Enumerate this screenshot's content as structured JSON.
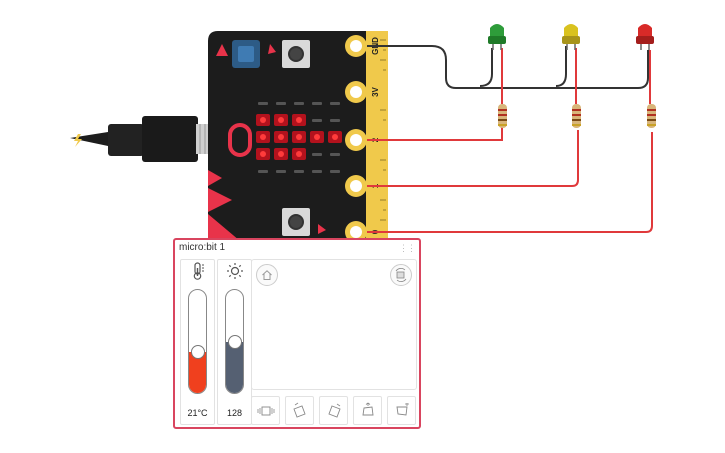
{
  "circuit": {
    "pin_labels": [
      "GND",
      "3V",
      "2",
      "1",
      "0"
    ],
    "leds": [
      {
        "color_name": "green",
        "color": "#2e9c3a"
      },
      {
        "color_name": "yellow",
        "color": "#d9c21f"
      },
      {
        "color_name": "red",
        "color": "#d82a28"
      }
    ],
    "wire_colors": {
      "ground": "#333333",
      "signal": "#e0393b"
    },
    "board_color": "#1c1c1c",
    "edge_color": "#f0c94b",
    "accent_color": "#e8334a",
    "led_matrix_on": [
      [
        0,
        0,
        0,
        0,
        0
      ],
      [
        1,
        1,
        1,
        0,
        0
      ],
      [
        1,
        1,
        1,
        1,
        1
      ],
      [
        1,
        1,
        1,
        0,
        0
      ],
      [
        0,
        0,
        0,
        0,
        0
      ]
    ]
  },
  "panel": {
    "title": "micro:bit 1",
    "temperature": {
      "value_label": "21°C",
      "level": 0.4,
      "icon": "thermometer-icon"
    },
    "light": {
      "value_label": "128",
      "level": 0.5,
      "icon": "sun-icon"
    },
    "home_icon": "home-icon",
    "rotate_icon": "rotate-board-icon",
    "gestures": [
      "shake-gesture-icon",
      "tilt-left-gesture-icon",
      "tilt-right-gesture-icon",
      "tilt-forward-gesture-icon",
      "tilt-backward-gesture-icon"
    ],
    "accent_color": "#d9455f"
  }
}
